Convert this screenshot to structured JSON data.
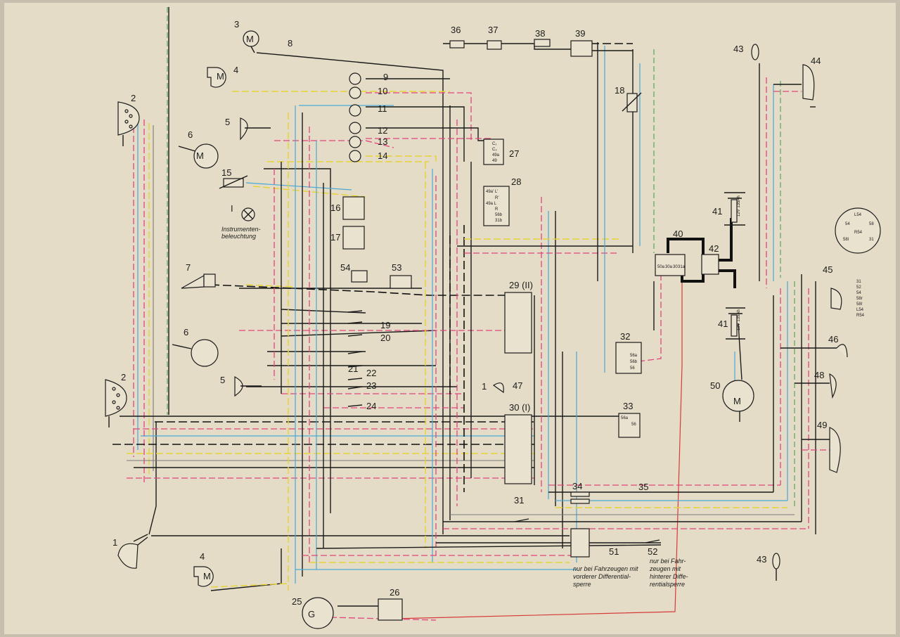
{
  "diagram": {
    "labels": [
      "1",
      "2",
      "2",
      "3",
      "4",
      "4",
      "5",
      "5",
      "6",
      "6",
      "7",
      "8",
      "9",
      "10",
      "11",
      "12",
      "13",
      "14",
      "15",
      "16",
      "17",
      "18",
      "19",
      "20",
      "21",
      "22",
      "23",
      "24",
      "25",
      "26",
      "27",
      "28",
      "29 (II)",
      "30 (I)",
      "31",
      "32",
      "33",
      "34",
      "35",
      "36",
      "37",
      "38",
      "39",
      "40",
      "41",
      "41",
      "42",
      "43",
      "43",
      "44",
      "45",
      "46",
      "47",
      "48",
      "49",
      "50",
      "51",
      "52",
      "53",
      "54"
    ],
    "notes": {
      "instrument_light_line1": "Instrumenten-",
      "instrument_light_line2": "beleuchtung",
      "note51_l1": "nur bei Fahrzeugen mit",
      "note51_l2": "vorderer Differential-",
      "note51_l3": "sperre",
      "note52_l1": "nur bei Fahr-",
      "note52_l2": "zeugen mit",
      "note52_l3": "hinterer Diffe-",
      "note52_l4": "rentialsperre"
    },
    "terminals": {
      "t45": [
        "31",
        "52",
        "54",
        "58r",
        "58l",
        "L54",
        "R54"
      ],
      "socket": [
        "L54",
        "54",
        "58",
        "31",
        "R54",
        "58l"
      ],
      "c27": [
        "C₁",
        "C₂",
        "49a",
        "49"
      ],
      "c28": [
        "49a' L'",
        "R'",
        "49a L",
        "R",
        "56b",
        "31b"
      ],
      "c32": [
        "56a",
        "56b",
        "56"
      ],
      "c33": [
        "56a",
        "56"
      ],
      "c40": [
        "50a",
        "30a",
        "30",
        "31a"
      ],
      "c41": [
        "12V 135Ah"
      ]
    },
    "symbols": {
      "motor": "M",
      "generator": "G",
      "lamp_I": "I",
      "lamp_47": "1"
    }
  },
  "colors": {
    "paper": "#e4dcc6",
    "black": "#1a1a1a",
    "magenta": "#e0457e",
    "yellow": "#e6d33a",
    "blue": "#4aa8d6",
    "green": "#55a85a",
    "red": "#d63a3a",
    "grey": "#7a7a7a"
  }
}
